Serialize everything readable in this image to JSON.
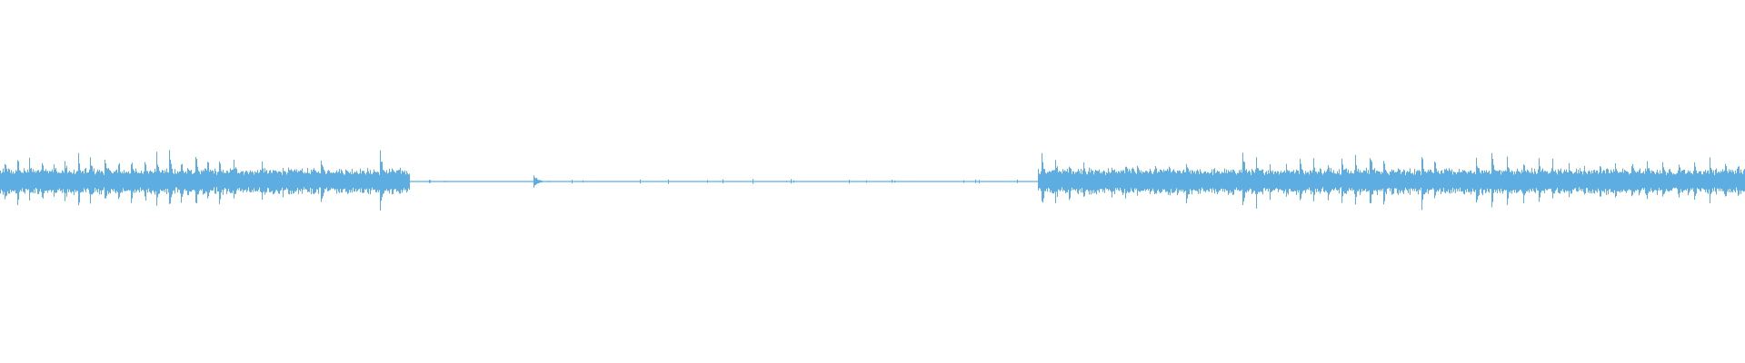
{
  "waveform": {
    "color": "#5dade2",
    "active_regions": [
      {
        "start": 0.0,
        "end": 0.235,
        "level": 0.85
      },
      {
        "start": 0.595,
        "end": 1.0,
        "level": 0.85
      }
    ],
    "quiet_region": {
      "start": 0.235,
      "end": 0.595
    },
    "transients": [
      {
        "pos": 0.003,
        "amp": 0.55
      },
      {
        "pos": 0.01,
        "amp": 0.6
      },
      {
        "pos": 0.017,
        "amp": 0.55
      },
      {
        "pos": 0.024,
        "amp": 0.58
      },
      {
        "pos": 0.031,
        "amp": 0.57
      },
      {
        "pos": 0.037,
        "amp": 0.58
      },
      {
        "pos": 0.045,
        "amp": 0.62
      },
      {
        "pos": 0.052,
        "amp": 0.65
      },
      {
        "pos": 0.06,
        "amp": 0.6
      },
      {
        "pos": 0.068,
        "amp": 0.55
      },
      {
        "pos": 0.075,
        "amp": 0.6
      },
      {
        "pos": 0.083,
        "amp": 0.58
      },
      {
        "pos": 0.09,
        "amp": 0.7
      },
      {
        "pos": 0.097,
        "amp": 0.78
      },
      {
        "pos": 0.104,
        "amp": 0.55
      },
      {
        "pos": 0.112,
        "amp": 0.76
      },
      {
        "pos": 0.119,
        "amp": 0.58
      },
      {
        "pos": 0.126,
        "amp": 0.6
      },
      {
        "pos": 0.134,
        "amp": 0.55
      },
      {
        "pos": 0.15,
        "amp": 0.45
      },
      {
        "pos": 0.162,
        "amp": 0.4
      },
      {
        "pos": 0.184,
        "amp": 0.7
      },
      {
        "pos": 0.198,
        "amp": 0.3
      },
      {
        "pos": 0.218,
        "amp": 0.85
      },
      {
        "pos": 0.306,
        "amp": 0.18
      },
      {
        "pos": 0.597,
        "amp": 0.66
      },
      {
        "pos": 0.605,
        "amp": 0.58
      },
      {
        "pos": 0.613,
        "amp": 0.5
      },
      {
        "pos": 0.621,
        "amp": 0.45
      },
      {
        "pos": 0.628,
        "amp": 0.4
      },
      {
        "pos": 0.637,
        "amp": 0.42
      },
      {
        "pos": 0.645,
        "amp": 0.48
      },
      {
        "pos": 0.652,
        "amp": 0.42
      },
      {
        "pos": 0.662,
        "amp": 0.4
      },
      {
        "pos": 0.67,
        "amp": 0.38
      },
      {
        "pos": 0.68,
        "amp": 0.55
      },
      {
        "pos": 0.712,
        "amp": 0.72
      },
      {
        "pos": 0.72,
        "amp": 0.58
      },
      {
        "pos": 0.728,
        "amp": 0.5
      },
      {
        "pos": 0.737,
        "amp": 0.52
      },
      {
        "pos": 0.745,
        "amp": 0.55
      },
      {
        "pos": 0.753,
        "amp": 0.52
      },
      {
        "pos": 0.761,
        "amp": 0.48
      },
      {
        "pos": 0.769,
        "amp": 0.55
      },
      {
        "pos": 0.777,
        "amp": 0.62
      },
      {
        "pos": 0.785,
        "amp": 0.7
      },
      {
        "pos": 0.793,
        "amp": 0.58
      },
      {
        "pos": 0.815,
        "amp": 0.75
      },
      {
        "pos": 0.822,
        "amp": 0.6
      },
      {
        "pos": 0.846,
        "amp": 0.58
      },
      {
        "pos": 0.855,
        "amp": 0.68
      },
      {
        "pos": 0.864,
        "amp": 0.62
      },
      {
        "pos": 0.873,
        "amp": 0.55
      },
      {
        "pos": 0.882,
        "amp": 0.58
      },
      {
        "pos": 0.89,
        "amp": 0.55
      },
      {
        "pos": 0.899,
        "amp": 0.48
      },
      {
        "pos": 0.908,
        "amp": 0.42
      },
      {
        "pos": 0.917,
        "amp": 0.45
      },
      {
        "pos": 0.926,
        "amp": 0.48
      },
      {
        "pos": 0.935,
        "amp": 0.5
      },
      {
        "pos": 0.944,
        "amp": 0.52
      },
      {
        "pos": 0.953,
        "amp": 0.55
      },
      {
        "pos": 0.962,
        "amp": 0.52
      },
      {
        "pos": 0.971,
        "amp": 0.5
      },
      {
        "pos": 0.98,
        "amp": 0.54
      },
      {
        "pos": 0.989,
        "amp": 0.52
      },
      {
        "pos": 0.996,
        "amp": 0.48
      }
    ]
  }
}
